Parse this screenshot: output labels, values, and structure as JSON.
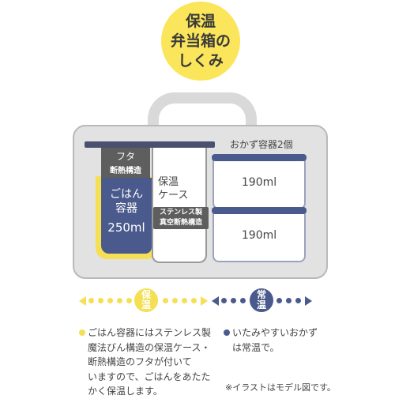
{
  "title": {
    "line1": "保温",
    "line2": "弁当箱の",
    "line3": "しくみ"
  },
  "lid": {
    "label": "フタ",
    "sub": "断熱構造"
  },
  "rice": {
    "line1": "ごはん",
    "line2": "容器",
    "volume": "250ml"
  },
  "case": {
    "line1": "保温",
    "line2": "ケース",
    "tag1": "ステンレス製",
    "tag2": "真空断熱構造"
  },
  "side": {
    "label": "おかず容器2個",
    "top_volume": "190ml",
    "bottom_volume": "190ml"
  },
  "warm": {
    "char1": "保",
    "char2": "温",
    "color": "#f5df55"
  },
  "ambient": {
    "char1": "常",
    "char2": "温",
    "color": "#4b5a8c"
  },
  "notes": {
    "left": [
      "ごはん容器にはステンレス製",
      "魔法びん構造の保温ケース・",
      "断熱構造のフタが付いて",
      "いますので、ごはんをあたた",
      "かく保温します。"
    ],
    "right": [
      "いたみやすいおかず",
      "は常温で。"
    ]
  },
  "footnote": "※イラストはモデル図です。"
}
